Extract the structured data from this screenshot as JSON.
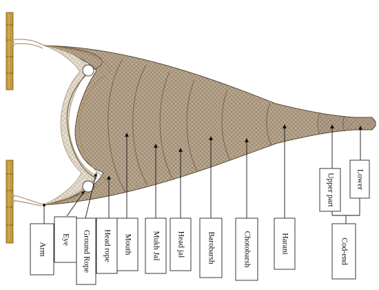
{
  "labels": {
    "arm": "Arm",
    "eye": "Eye",
    "ground_rope": "Ground Rope",
    "head_rope": "Head rope",
    "mouth": "Mouth",
    "mukh_jal": "Mukh Jal",
    "head_jal": "Head jal",
    "barobarsh": "Barobarsh",
    "chotobarsh": "Chotobarsh",
    "harani": "Harani",
    "upper_part": "Upper part",
    "lower": "Lower",
    "cod_end": "Cod-end"
  },
  "colors": {
    "net": "#b8a58e",
    "mesh": "#5a4a37",
    "rope": "#b7a07d",
    "pole": "#c49a3c",
    "pole_dark": "#7a5a1e"
  }
}
